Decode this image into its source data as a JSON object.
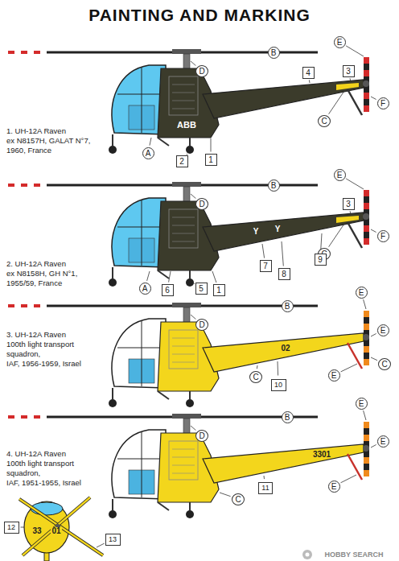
{
  "diagram": {
    "title": "PAINTING AND MARKING",
    "labels": [
      "1. UH-12A Raven",
      "ex N8157H, GALAT N°7,",
      "1960, France",
      "B",
      "E",
      "D",
      "4",
      "3",
      "C",
      "F",
      "ABB",
      "A",
      "2",
      "1",
      "2. UH-12A Raven",
      "ex N8158H, GH N°1,",
      "1955/59, France",
      "B",
      "E",
      "D",
      "3",
      "C",
      "F",
      "Y",
      "Y",
      "A",
      "6",
      "5",
      "1",
      "7",
      "8",
      "9",
      "3. UH-12A Raven",
      "100th light transport squadron,",
      "IAF, 1956-1959, Israel",
      "B",
      "E",
      "D",
      "E",
      "C",
      "02",
      "E",
      "C",
      "10",
      "4. UH-12A Raven",
      "100th light transport squadron,",
      "IAF, 1951-1955, Israel",
      "B",
      "E",
      "D",
      "E",
      "3301",
      "E",
      "C",
      "11",
      "12",
      "33",
      "01",
      "13",
      "HOBBY SEARCH"
    ]
  }
}
